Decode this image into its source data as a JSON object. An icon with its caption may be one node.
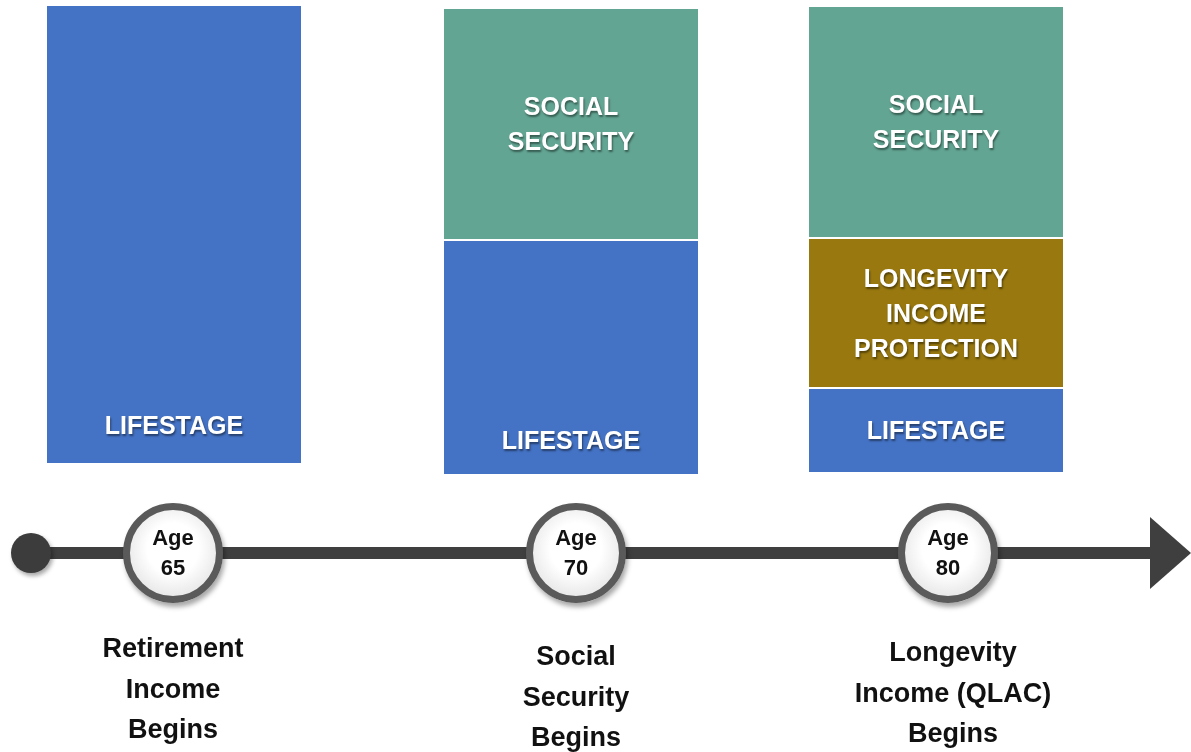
{
  "diagram": {
    "nodes": [
      {
        "text": [
          "LIFESTAGE"
        ]
      },
      {
        "text": [
          "SOCIAL SECURITY"
        ]
      },
      {
        "text": [
          "LIFESTAGE"
        ]
      },
      {
        "text": [
          "SOCIAL SECURITY"
        ]
      },
      {
        "text": [
          "LONGEVITY INCOME PROTECTION"
        ]
      },
      {
        "text": [
          "LIFESTAGE"
        ]
      },
      {
        "text": [],
        "shape": "circle"
      },
      {
        "text": [
          "Age 65"
        ],
        "beside": [
          "Retirement Income Begins"
        ]
      },
      {
        "text": [
          "Age 70"
        ],
        "beside": [
          "Social Security Begins"
        ]
      },
      {
        "text": [
          "Age 80"
        ],
        "beside": [
          "Longevity Income (QLAC) Begins"
        ]
      }
    ],
    "edges": [
      {
        "from": 6,
        "to": 7,
        "arrow": "none"
      },
      {
        "from": 7,
        "to": 8,
        "arrow": "none"
      },
      {
        "from": 8,
        "to": 9,
        "arrow": "none"
      },
      {
        "from": 9,
        "to": null,
        "arrow": "to"
      }
    ]
  }
}
